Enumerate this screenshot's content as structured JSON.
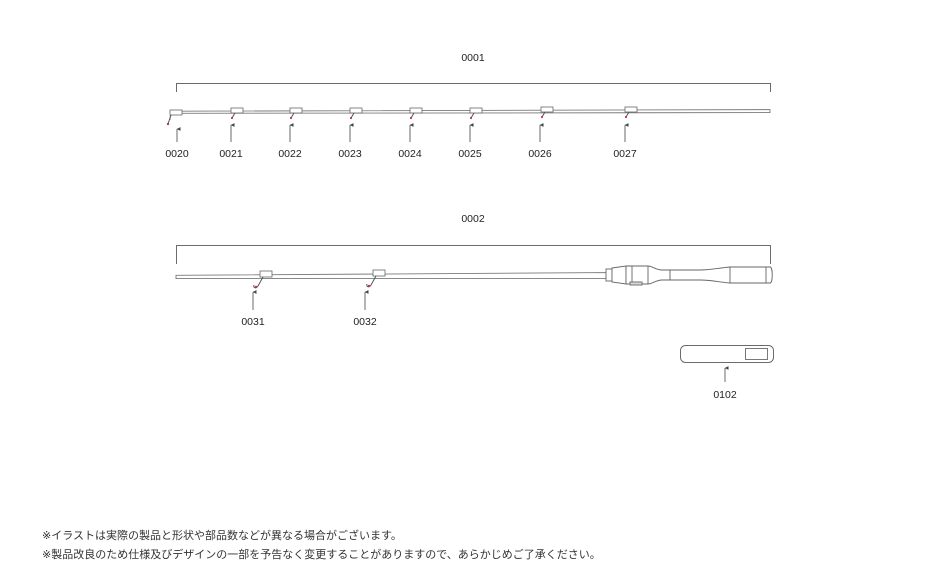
{
  "assemblies": {
    "top_section": {
      "label": "0001"
    },
    "butt_section": {
      "label": "0002"
    }
  },
  "parts": {
    "top_guides": [
      "0020",
      "0021",
      "0022",
      "0023",
      "0024",
      "0025",
      "0026",
      "0027"
    ],
    "butt_guides": [
      "0031",
      "0032"
    ],
    "rod_cap": "0102"
  },
  "footnotes": [
    "※イラストは実際の製品と形状や部品数などが異なる場合がございます。",
    "※製品改良のため仕様及びデザインの一部を予告なく変更することがありますので、あらかじめご了承ください。"
  ],
  "colors": {
    "line": "#6b6b6b",
    "guide_accent": "#b93a48",
    "text": "#222222"
  }
}
